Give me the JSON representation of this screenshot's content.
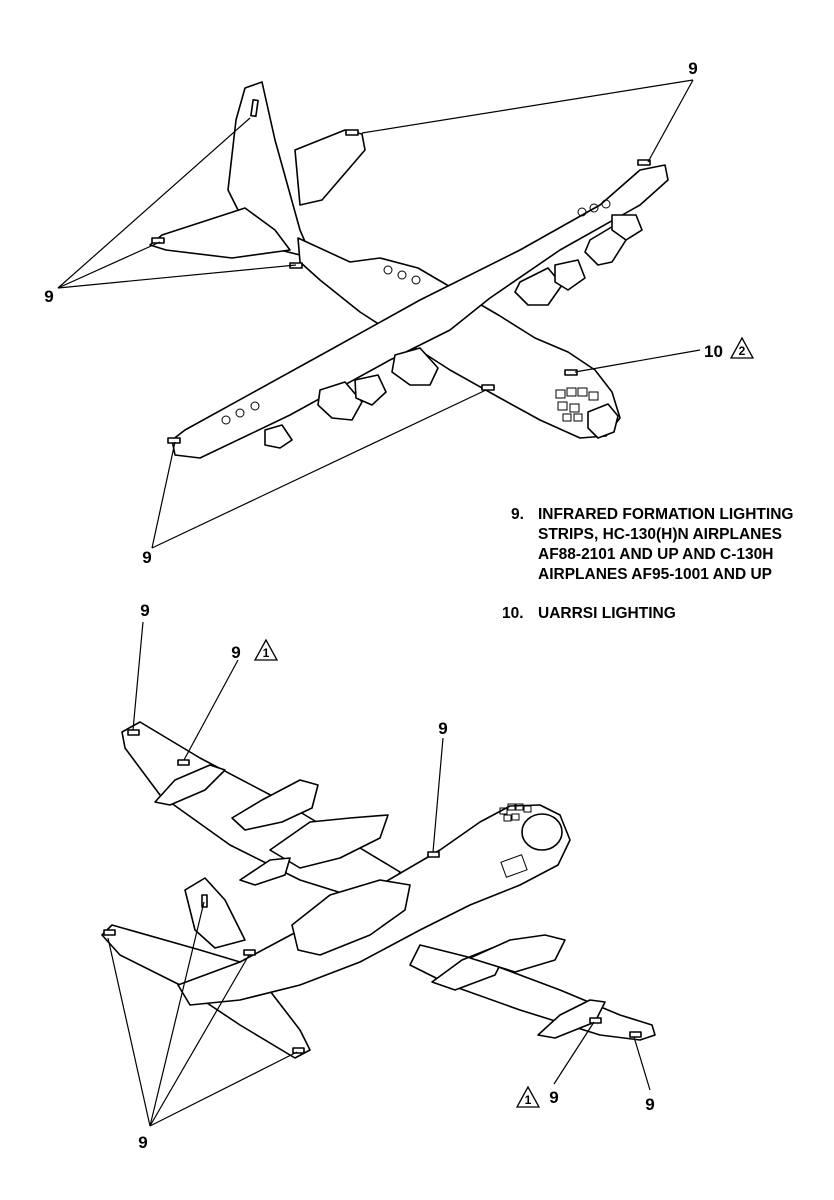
{
  "top_view": {
    "callouts": {
      "strips_top_right": "9",
      "strips_left": "9",
      "strips_wing_tip_left": "9",
      "uarrsi": "10",
      "uarrsi_note": "2"
    }
  },
  "bottom_view": {
    "callouts": {
      "strips_wing_tip": "9",
      "strips_pod": "9",
      "strips_pod_note": "1",
      "strips_fuselage": "9",
      "strips_tail_group": "9",
      "strips_right_pod": "9",
      "strips_right_pod_note": "1",
      "strips_right_tip": "9"
    }
  },
  "legend": {
    "items": [
      {
        "number": "9.",
        "lines": [
          "INFRARED FORMATION LIGHTING",
          "STRIPS, HC-130(H)N AIRPLANES",
          "AF88-2101 AND UP AND C-130H",
          "AIRPLANES AF95-1001 AND UP"
        ]
      },
      {
        "number": "10.",
        "lines": [
          "UARRSI LIGHTING"
        ]
      }
    ]
  }
}
